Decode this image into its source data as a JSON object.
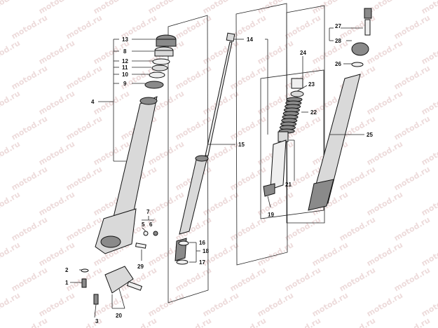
{
  "watermark": "motod.ru",
  "callouts": [
    {
      "id": "c1",
      "text": "1"
    },
    {
      "id": "c2",
      "text": "2"
    },
    {
      "id": "c3",
      "text": "3"
    },
    {
      "id": "c4",
      "text": "4"
    },
    {
      "id": "c5",
      "text": "5"
    },
    {
      "id": "c6",
      "text": "6"
    },
    {
      "id": "c7",
      "text": "7"
    },
    {
      "id": "c8",
      "text": "8"
    },
    {
      "id": "c9",
      "text": "9"
    },
    {
      "id": "c10",
      "text": "10"
    },
    {
      "id": "c11",
      "text": "11"
    },
    {
      "id": "c12",
      "text": "12"
    },
    {
      "id": "c13",
      "text": "13"
    },
    {
      "id": "c14",
      "text": "14"
    },
    {
      "id": "c15",
      "text": "15"
    },
    {
      "id": "c16",
      "text": "16"
    },
    {
      "id": "c17",
      "text": "17"
    },
    {
      "id": "c18",
      "text": "18"
    },
    {
      "id": "c19",
      "text": "19"
    },
    {
      "id": "c20",
      "text": "20"
    },
    {
      "id": "c21",
      "text": "21"
    },
    {
      "id": "c22",
      "text": "22"
    },
    {
      "id": "c23",
      "text": "23"
    },
    {
      "id": "c24",
      "text": "24"
    },
    {
      "id": "c25",
      "text": "25"
    },
    {
      "id": "c26",
      "text": "26"
    },
    {
      "id": "c27",
      "text": "27"
    },
    {
      "id": "c28",
      "text": "28"
    },
    {
      "id": "c29",
      "text": "29"
    }
  ]
}
